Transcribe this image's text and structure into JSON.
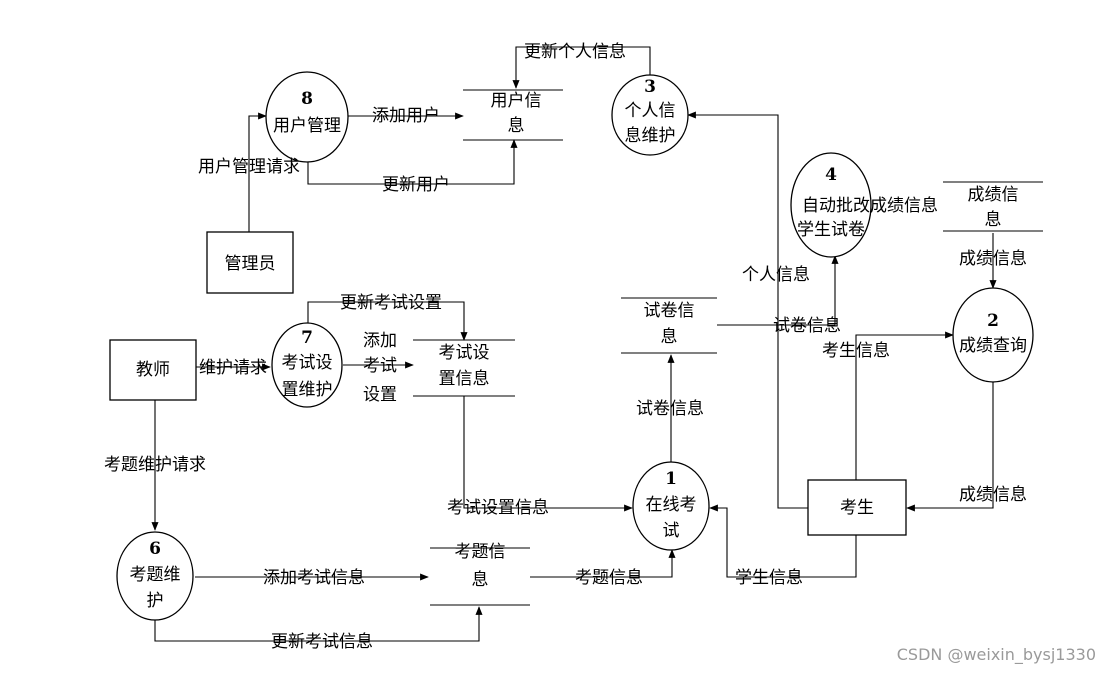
{
  "processes": {
    "p8": {
      "num": "8",
      "line1": "用户管理"
    },
    "p3": {
      "num": "3",
      "line1": "个人信",
      "line2": "息维护"
    },
    "p4": {
      "num": "4",
      "line1": "自动批改成绩信息",
      "line2": "学生试卷"
    },
    "p2": {
      "num": "2",
      "line1": "成绩查询"
    },
    "p7": {
      "num": "7",
      "line1": "考试设",
      "line2": "置维护"
    },
    "p1": {
      "num": "1",
      "line1": "在线考",
      "line2": "试"
    },
    "p6": {
      "num": "6",
      "line1": "考题维",
      "line2": "护"
    }
  },
  "entities": {
    "admin": "管理员",
    "teacher": "教师",
    "student": "考生"
  },
  "stores": {
    "user_info": {
      "line1": "用户信",
      "line2": "息"
    },
    "score_info": {
      "line1": "成绩信",
      "line2": "息"
    },
    "paper_info": {
      "line1": "试卷信",
      "line2": "息"
    },
    "exam_setting": {
      "line1": "考试设",
      "line2": "置信息"
    },
    "question_info": {
      "line1": "考题信",
      "line2": "息"
    }
  },
  "flows": {
    "update_personal": "更新个人信息",
    "add_user": "添加用户",
    "user_mgmt_request": "用户管理请求",
    "update_user": "更新用户",
    "personal_info": "个人信息",
    "score_info_down": "成绩信息",
    "paper_info_right": "试卷信息",
    "examinee_info": "考生信息",
    "update_exam_setting": "更新考试设置",
    "add_exam_setting_1": "添加",
    "add_exam_setting_2": "考试",
    "add_exam_setting_3": "设置",
    "maintain_request": "维护请求",
    "paper_info_up": "试卷信息",
    "question_maint_request": "考题维护请求",
    "exam_setting_info": "考试设置信息",
    "score_info_left": "成绩信息",
    "add_exam_info": "添加考试信息",
    "question_info_flow": "考题信息",
    "student_info": "学生信息",
    "update_exam_info": "更新考试信息"
  },
  "watermark": "CSDN @weixin_bysj1330"
}
